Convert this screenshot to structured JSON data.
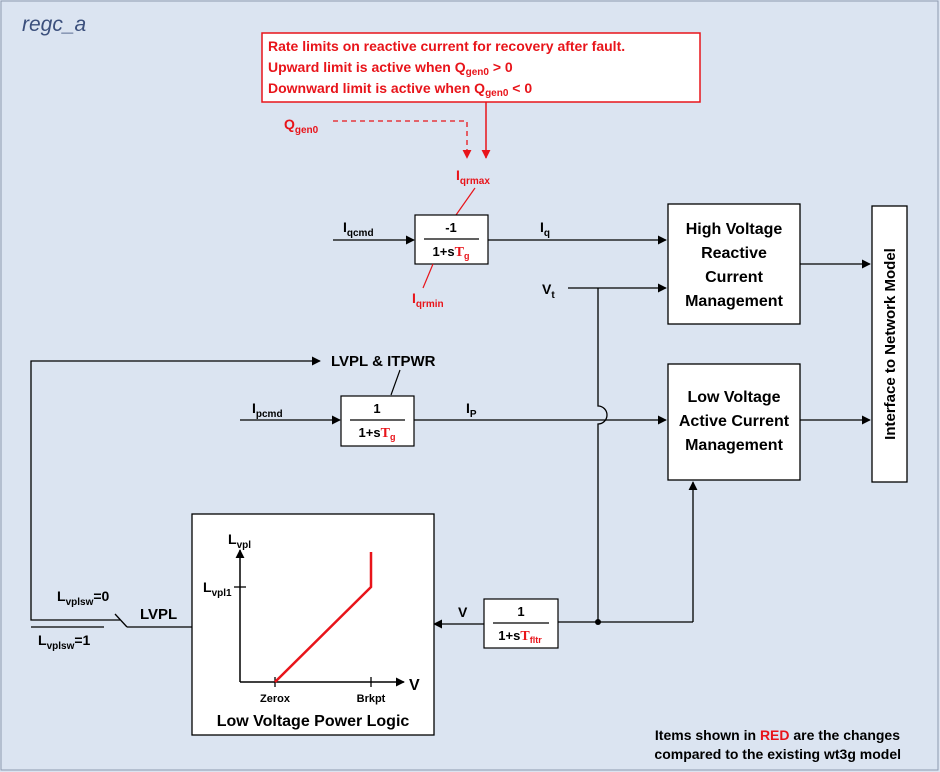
{
  "title": "regc_a",
  "colors": {
    "background": "#dbe4f1",
    "accent_red": "#e8141a",
    "title_blue": "#3b4f7c",
    "border": "#8e9ab0"
  },
  "note_box": {
    "line1": "Rate limits on reactive current for recovery after fault.",
    "line2_prefix": "Upward limit is active when Q",
    "line2_sub": "gen0",
    "line2_suffix": " > 0",
    "line3_prefix": "Downward limit is active when Q",
    "line3_sub": "gen0",
    "line3_suffix": " < 0"
  },
  "qgen0": {
    "main": "Q",
    "sub": "gen0"
  },
  "iqrmax": {
    "main": "I",
    "sub": "qrmax"
  },
  "iqrmin": {
    "main": "I",
    "sub": "qrmin"
  },
  "iqcmd": {
    "main": "I",
    "sub": "qcmd"
  },
  "iq": {
    "main": "I",
    "sub": "q"
  },
  "ipcmd": {
    "main": "I",
    "sub": "pcmd"
  },
  "ip": {
    "main": "I",
    "sub": "P"
  },
  "vt": {
    "main": "V",
    "sub": "t"
  },
  "v_label": "V",
  "lvpl_itpwr": "LVPL & ITPWR",
  "lvpl": "LVPL",
  "lvplsw0": {
    "main": "L",
    "sub": "vplsw",
    "suffix": "=0"
  },
  "lvplsw1": {
    "main": "L",
    "sub": "vplsw",
    "suffix": "=1"
  },
  "tf_iq": {
    "numerator": "-1",
    "den_prefix": "1+s",
    "den_var": "T",
    "den_sub": "g"
  },
  "tf_ip": {
    "numerator": "1",
    "den_prefix": "1+s",
    "den_var": "T",
    "den_sub": "g"
  },
  "tf_v": {
    "numerator": "1",
    "den_prefix": "1+s",
    "den_var": "T",
    "den_sub": "fltr"
  },
  "hv_block": [
    "High Voltage",
    "Reactive",
    "Current",
    "Management"
  ],
  "lv_block": [
    "Low Voltage",
    "Active Current",
    "Management"
  ],
  "interface_block": "Interface to Network Model",
  "lvpl_logic": {
    "title": "Low Voltage Power Logic",
    "y_axis": {
      "main": "L",
      "sub": "vpl"
    },
    "y_tick": {
      "main": "L",
      "sub": "vpl1"
    },
    "x_axis": "V",
    "x_tick_zerox": "Zerox",
    "x_tick_brkpt": "Brkpt"
  },
  "footer_note": {
    "line1_prefix": "Items shown in ",
    "line1_red": "RED",
    "line1_suffix": " are the changes",
    "line2": "compared to the existing wt3g model"
  }
}
